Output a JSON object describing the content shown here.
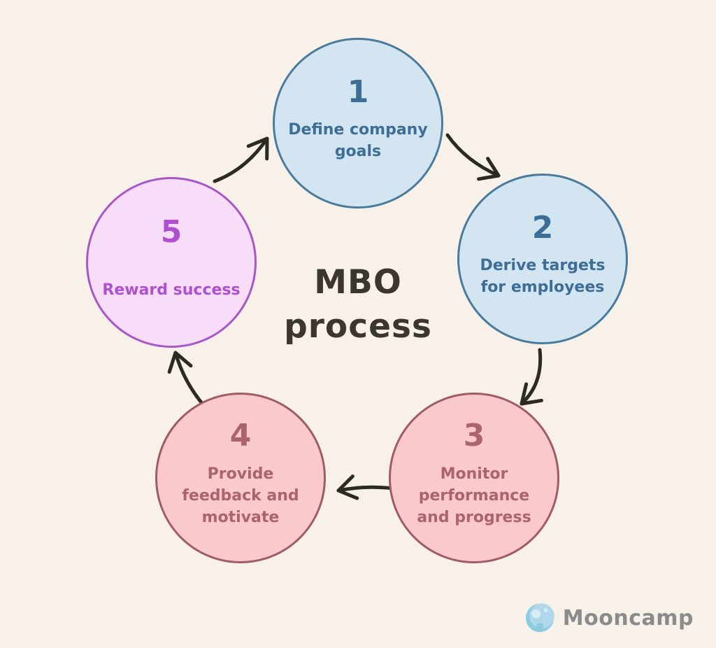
{
  "title": {
    "line1": "MBO",
    "line2": "process"
  },
  "steps": [
    {
      "number": "1",
      "lines": [
        "Define company",
        "goals"
      ],
      "fill": "#d2e5f1",
      "border": "#4a7a9c",
      "text": "#3e6e95"
    },
    {
      "number": "2",
      "lines": [
        "Derive targets",
        "for employees"
      ],
      "fill": "#d2e5f1",
      "border": "#4a7a9c",
      "text": "#3e6e95"
    },
    {
      "number": "3",
      "lines": [
        "Monitor",
        "performance",
        "and progress"
      ],
      "fill": "#f9c9cb",
      "border": "#a05b66",
      "text": "#aa636f"
    },
    {
      "number": "4",
      "lines": [
        "Provide",
        "feedback and",
        "motivate"
      ],
      "fill": "#f9c9cb",
      "border": "#a05b66",
      "text": "#aa636f"
    },
    {
      "number": "5",
      "lines": [
        "Reward success"
      ],
      "fill": "#f8ddf9",
      "border": "#a957c8",
      "text": "#ae50d0"
    }
  ],
  "arrows": [
    {
      "name": "arrow-5-to-1",
      "from": "5",
      "to": "1"
    },
    {
      "name": "arrow-1-to-2",
      "from": "1",
      "to": "2"
    },
    {
      "name": "arrow-2-to-3",
      "from": "2",
      "to": "3"
    },
    {
      "name": "arrow-3-to-4",
      "from": "3",
      "to": "4"
    },
    {
      "name": "arrow-4-to-5",
      "from": "4",
      "to": "5"
    }
  ],
  "logo": {
    "text": "Mooncamp"
  },
  "colors": {
    "background": "#f7f1ea",
    "arrow": "#2d2923",
    "title_text": "#3b362e",
    "logo_text": "#8b8b8b",
    "moon_body": "#afd9ea",
    "moon_shade": "#8fcbe0",
    "moon_crater": "#d6edf5"
  }
}
